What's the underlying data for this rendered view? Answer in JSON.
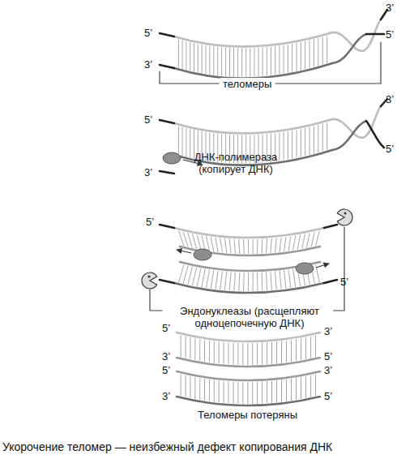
{
  "diagram": {
    "caption": "Укорочение теломер — неизбежный дефект копирования ДНК",
    "labels": [
      "3’",
      "5’",
      "5’",
      "3’",
      "теломеры",
      "3’",
      "5’",
      "5’",
      "ДНК-полимераза (копирует ДНК)",
      "3’",
      "5’",
      "5’",
      "Эндонуклеазы (расщепляют одноцепочечную ДНК)",
      "5’",
      "3’",
      "3’",
      "5’",
      "5’",
      "3’",
      "3’",
      "5’",
      "Теломеры потеряны"
    ]
  }
}
